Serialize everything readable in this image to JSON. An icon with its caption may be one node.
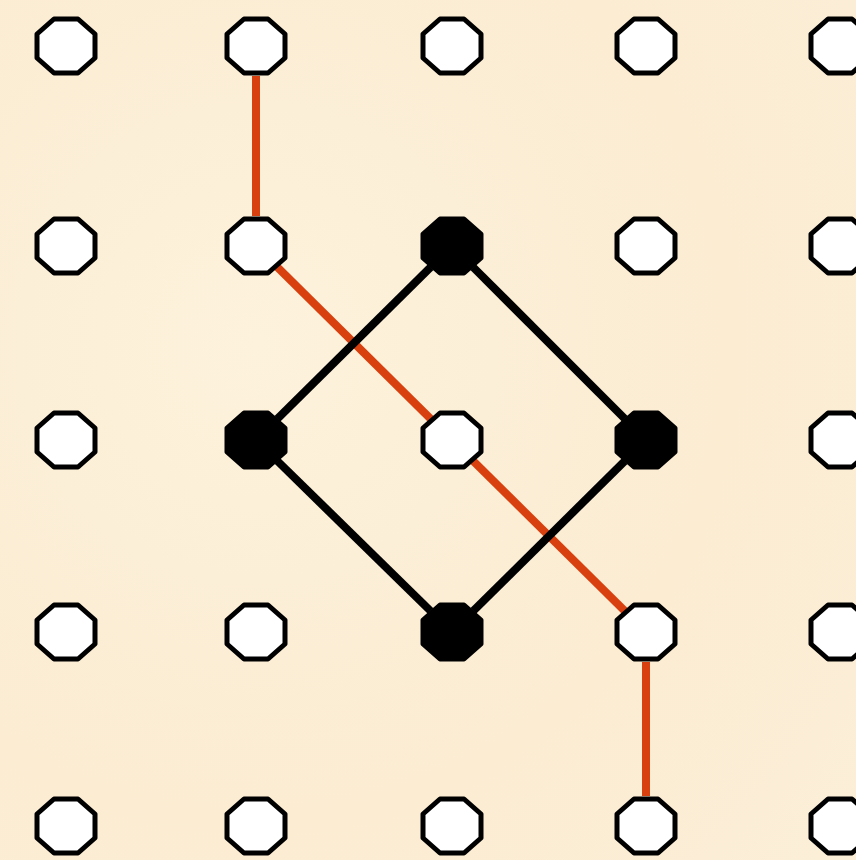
{
  "diagram": {
    "nodes": [
      {
        "text": [],
        "shape": "octagon"
      },
      {
        "text": [],
        "shape": "octagon"
      },
      {
        "text": [],
        "shape": "octagon"
      },
      {
        "text": [],
        "shape": "octagon"
      },
      {
        "text": [],
        "shape": "octagon"
      },
      {
        "text": [],
        "shape": "octagon"
      },
      {
        "text": [],
        "shape": "octagon"
      },
      {
        "text": [],
        "shape": "dot"
      },
      {
        "text": [],
        "shape": "octagon"
      },
      {
        "text": [],
        "shape": "octagon"
      },
      {
        "text": [],
        "shape": "octagon"
      },
      {
        "text": [],
        "shape": "dot"
      },
      {
        "text": [],
        "shape": "octagon"
      },
      {
        "text": [],
        "shape": "dot"
      },
      {
        "text": [],
        "shape": "octagon"
      },
      {
        "text": [],
        "shape": "octagon"
      },
      {
        "text": [],
        "shape": "octagon"
      },
      {
        "text": [],
        "shape": "dot"
      },
      {
        "text": [],
        "shape": "octagon"
      },
      {
        "text": [],
        "shape": "octagon"
      },
      {
        "text": [],
        "shape": "octagon"
      },
      {
        "text": [],
        "shape": "octagon"
      },
      {
        "text": [],
        "shape": "octagon"
      },
      {
        "text": [],
        "shape": "octagon"
      },
      {
        "text": [],
        "shape": "octagon"
      }
    ],
    "edges": [
      {
        "from": 1,
        "to": 6,
        "arrow": "none",
        "color": "#d8400f"
      },
      {
        "from": 6,
        "to": 12,
        "arrow": "none",
        "color": "#d8400f"
      },
      {
        "from": 12,
        "to": 18,
        "arrow": "none",
        "color": "#d8400f"
      },
      {
        "from": 18,
        "to": 23,
        "arrow": "none",
        "color": "#d8400f"
      },
      {
        "from": 7,
        "to": 11,
        "arrow": "none",
        "color": "#000000"
      },
      {
        "from": 11,
        "to": 17,
        "arrow": "none",
        "color": "#000000"
      },
      {
        "from": 17,
        "to": 13,
        "arrow": "none",
        "color": "#000000"
      },
      {
        "from": 13,
        "to": 7,
        "arrow": "none",
        "color": "#000000"
      }
    ]
  }
}
